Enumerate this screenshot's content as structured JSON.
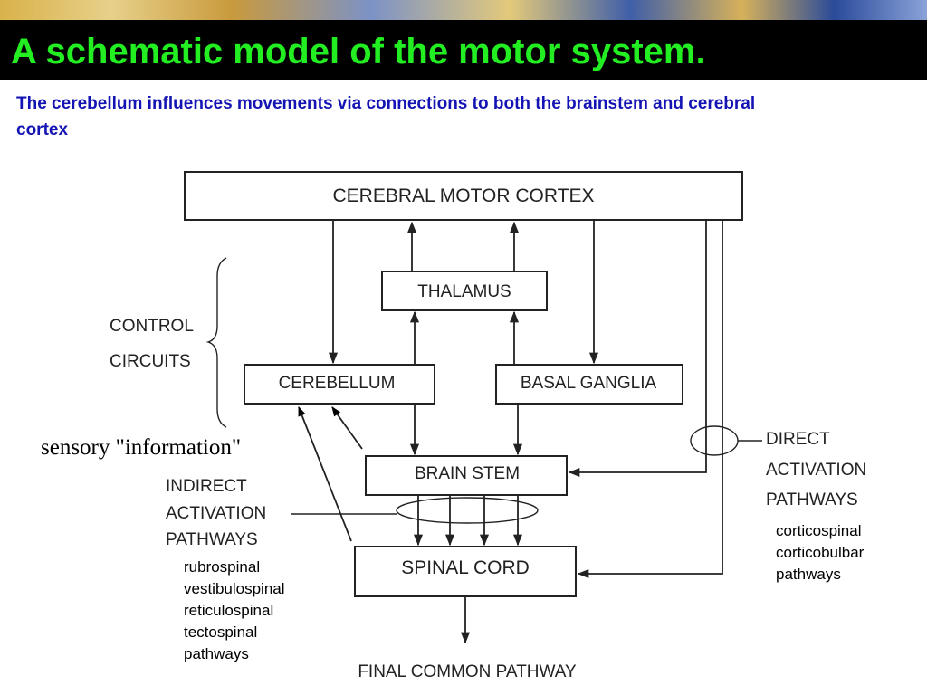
{
  "slide": {
    "title": "A schematic model of the motor system.",
    "subtitle": "The cerebellum influences movements via connections to both the brainstem and cerebral cortex",
    "title_color": "#22ee22",
    "subtitle_color": "#1414b4"
  },
  "diagram": {
    "boxes": {
      "cortex": "CEREBRAL MOTOR CORTEX",
      "thalamus": "THALAMUS",
      "cerebellum": "CEREBELLUM",
      "basal_ganglia": "BASAL GANGLIA",
      "brain_stem": "BRAIN STEM",
      "spinal_cord": "SPINAL CORD"
    },
    "control_circuits": [
      "CONTROL",
      "CIRCUITS"
    ],
    "sensory_information": "sensory \"information\"",
    "indirect_pathways": [
      "INDIRECT",
      "ACTIVATION",
      "PATHWAYS"
    ],
    "direct_pathways": [
      "DIRECT",
      "ACTIVATION",
      "PATHWAYS"
    ],
    "final_common_pathway": "FINAL COMMON PATHWAY",
    "indirect_list": [
      "rubrospinal",
      "vestibulospinal",
      "reticulospinal",
      "tectospinal",
      "pathways"
    ],
    "direct_list": [
      "corticospinal",
      "corticobulbar",
      "pathways"
    ]
  }
}
